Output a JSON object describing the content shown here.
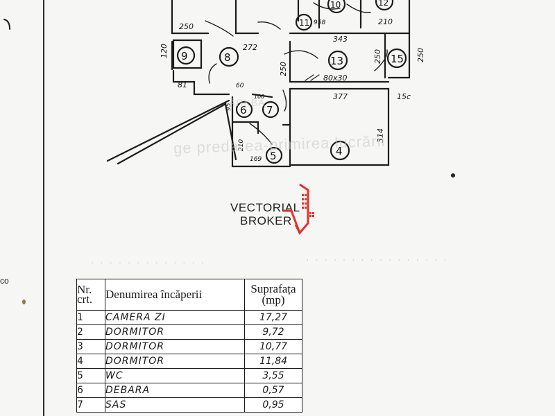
{
  "floor_plan": {
    "room_numbers": [
      "9",
      "8",
      "13",
      "15",
      "6",
      "7",
      "5",
      "4",
      "11",
      "10",
      "12"
    ],
    "dimensions": [
      "250",
      "120",
      "81",
      "272",
      "250",
      "60",
      "95",
      "100",
      "343",
      "80x30",
      "250",
      "250",
      "377",
      "15c",
      "314",
      "210",
      "169",
      "210",
      "958"
    ]
  },
  "logo": {
    "line1": "VECTORIAL",
    "line2": "BROKER",
    "brand_color": "#e3312b"
  },
  "watermark": {
    "text1": "ĂRKBA",
    "text2": "ge predarea-primirea lucrării"
  },
  "margin_note": "co",
  "table": {
    "headers": {
      "nr": "Nr. crt.",
      "name": "Denumirea încăperii",
      "area": "Suprafața (mp)"
    },
    "rows": [
      {
        "nr": "1",
        "name": "CAMERA ZI",
        "area": "17,27"
      },
      {
        "nr": "2",
        "name": "DORMITOR",
        "area": "9,72"
      },
      {
        "nr": "3",
        "name": "DORMITOR",
        "area": "10,77"
      },
      {
        "nr": "4",
        "name": "DORMITOR",
        "area": "11,84"
      },
      {
        "nr": "5",
        "name": "WC",
        "area": "3,55"
      },
      {
        "nr": "6",
        "name": "DEBARA",
        "area": "0,57"
      },
      {
        "nr": "7",
        "name": "SAS",
        "area": "0,95"
      }
    ]
  }
}
